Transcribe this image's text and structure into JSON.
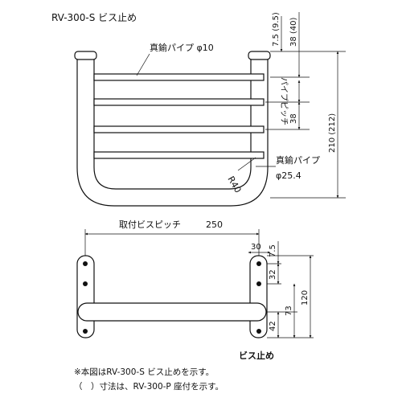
{
  "model_title": "RV-300-S ビス止め",
  "front_view": {
    "thin_pipe_label": "真鍮パイプ φ10",
    "main_pipe_label": "真鍮パイプ",
    "main_pipe_diameter": "φ25.4",
    "bend_radius": "R40",
    "dims": {
      "top_small": "7.5 (9.5)",
      "top_large": "38 (40)",
      "pitch_label": "パイプピッチ",
      "pitch_value": "38",
      "height": "210 (212)",
      "pitch_value_2": "38 (40)"
    }
  },
  "top_view": {
    "pitch_label": "取付ビスピッチ",
    "pitch_value": "250",
    "flange_width": "30",
    "dims": {
      "d1": "7.5",
      "d2": "32",
      "d3": "73",
      "d4": "42",
      "total": "120"
    },
    "screw_label": "ビス止め"
  },
  "notes": [
    "※本図はRV-300-S ビス止めを示す。",
    "（　）寸法は、RV-300-P 座付を示す。"
  ]
}
